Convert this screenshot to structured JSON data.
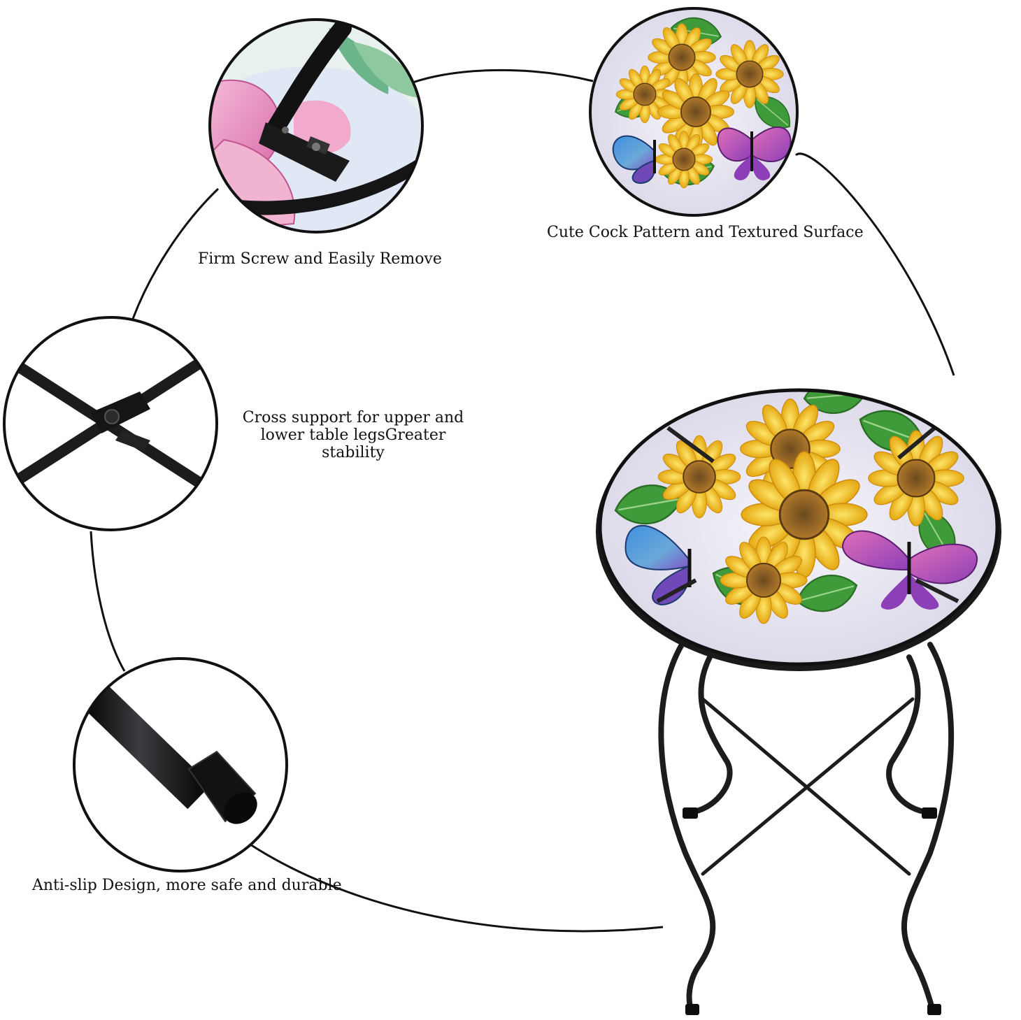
{
  "captions": {
    "screw": "Firm Screw and Easily Remove",
    "pattern": "Cute Cock Pattern and Textured Surface",
    "cross_line1": "Cross support for upper and",
    "cross_line2": "lower table legsGreater stability",
    "antislip": "Anti-slip Design, more safe and durable"
  },
  "colors": {
    "line": "#111111",
    "metal": "#1c1c1e",
    "sunflower_petal": "#f2c21a",
    "sunflower_center": "#8a5a1e",
    "leaf": "#3f9a3a",
    "butterfly_blue": "#4a7fd8",
    "butterfly_purple": "#b35ac8",
    "glass": "#e9e7f2"
  }
}
